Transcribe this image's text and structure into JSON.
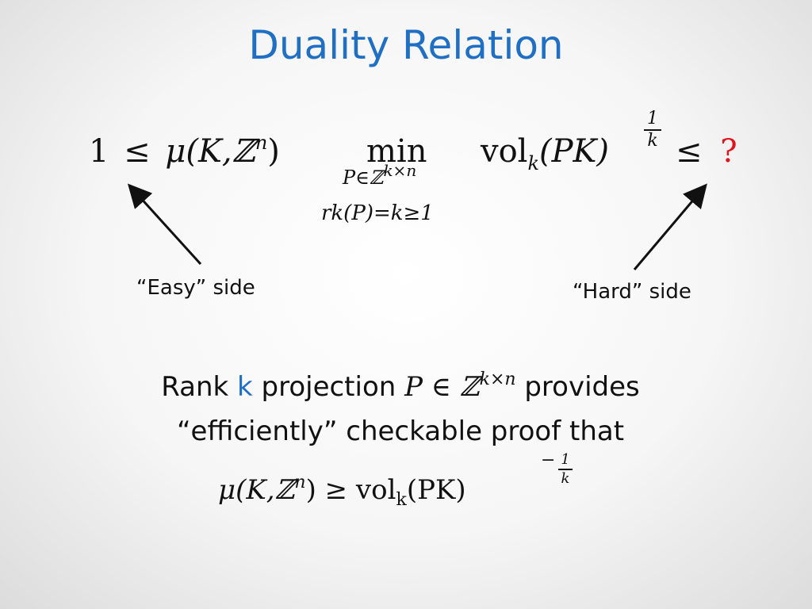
{
  "slide": {
    "title": "Duality Relation",
    "equation": {
      "lhs_one": "1",
      "leq": "≤",
      "mu_expr": "μ(K,ℤ",
      "mu_sup": "n",
      "mu_close": ")",
      "min_word": "min",
      "min_sub_line1_base": "P∈ℤ",
      "min_sub_line1_sup": "k×n",
      "min_sub_line2": "rk(P)=k≥1",
      "vol_word": "vol",
      "vol_sub": "k",
      "vol_arg": "(PK)",
      "exp_num": "1",
      "exp_den": "k",
      "leq2": "≤",
      "question": "?"
    },
    "labels": {
      "easy": "“Easy” side",
      "hard": "“Hard” side"
    },
    "statement": {
      "line1_pre": "Rank ",
      "line1_k": "k",
      "line1_mid": " projection ",
      "line1_P": "P ∈ ℤ",
      "line1_sup": "k×n",
      "line1_post": " provides",
      "line2": "“efficiently” checkable proof that",
      "line3_mu": "μ(K,ℤ",
      "line3_sup": "n",
      "line3_close": ") ≥ vol",
      "line3_sub": "k",
      "line3_arg": "(PK)",
      "line3_exp_minus": "−",
      "line3_exp_num": "1",
      "line3_exp_den": "k"
    },
    "colors": {
      "title": "#1f6fc4",
      "accent_red": "#e0141e",
      "accent_blue": "#1f6fc4"
    }
  }
}
